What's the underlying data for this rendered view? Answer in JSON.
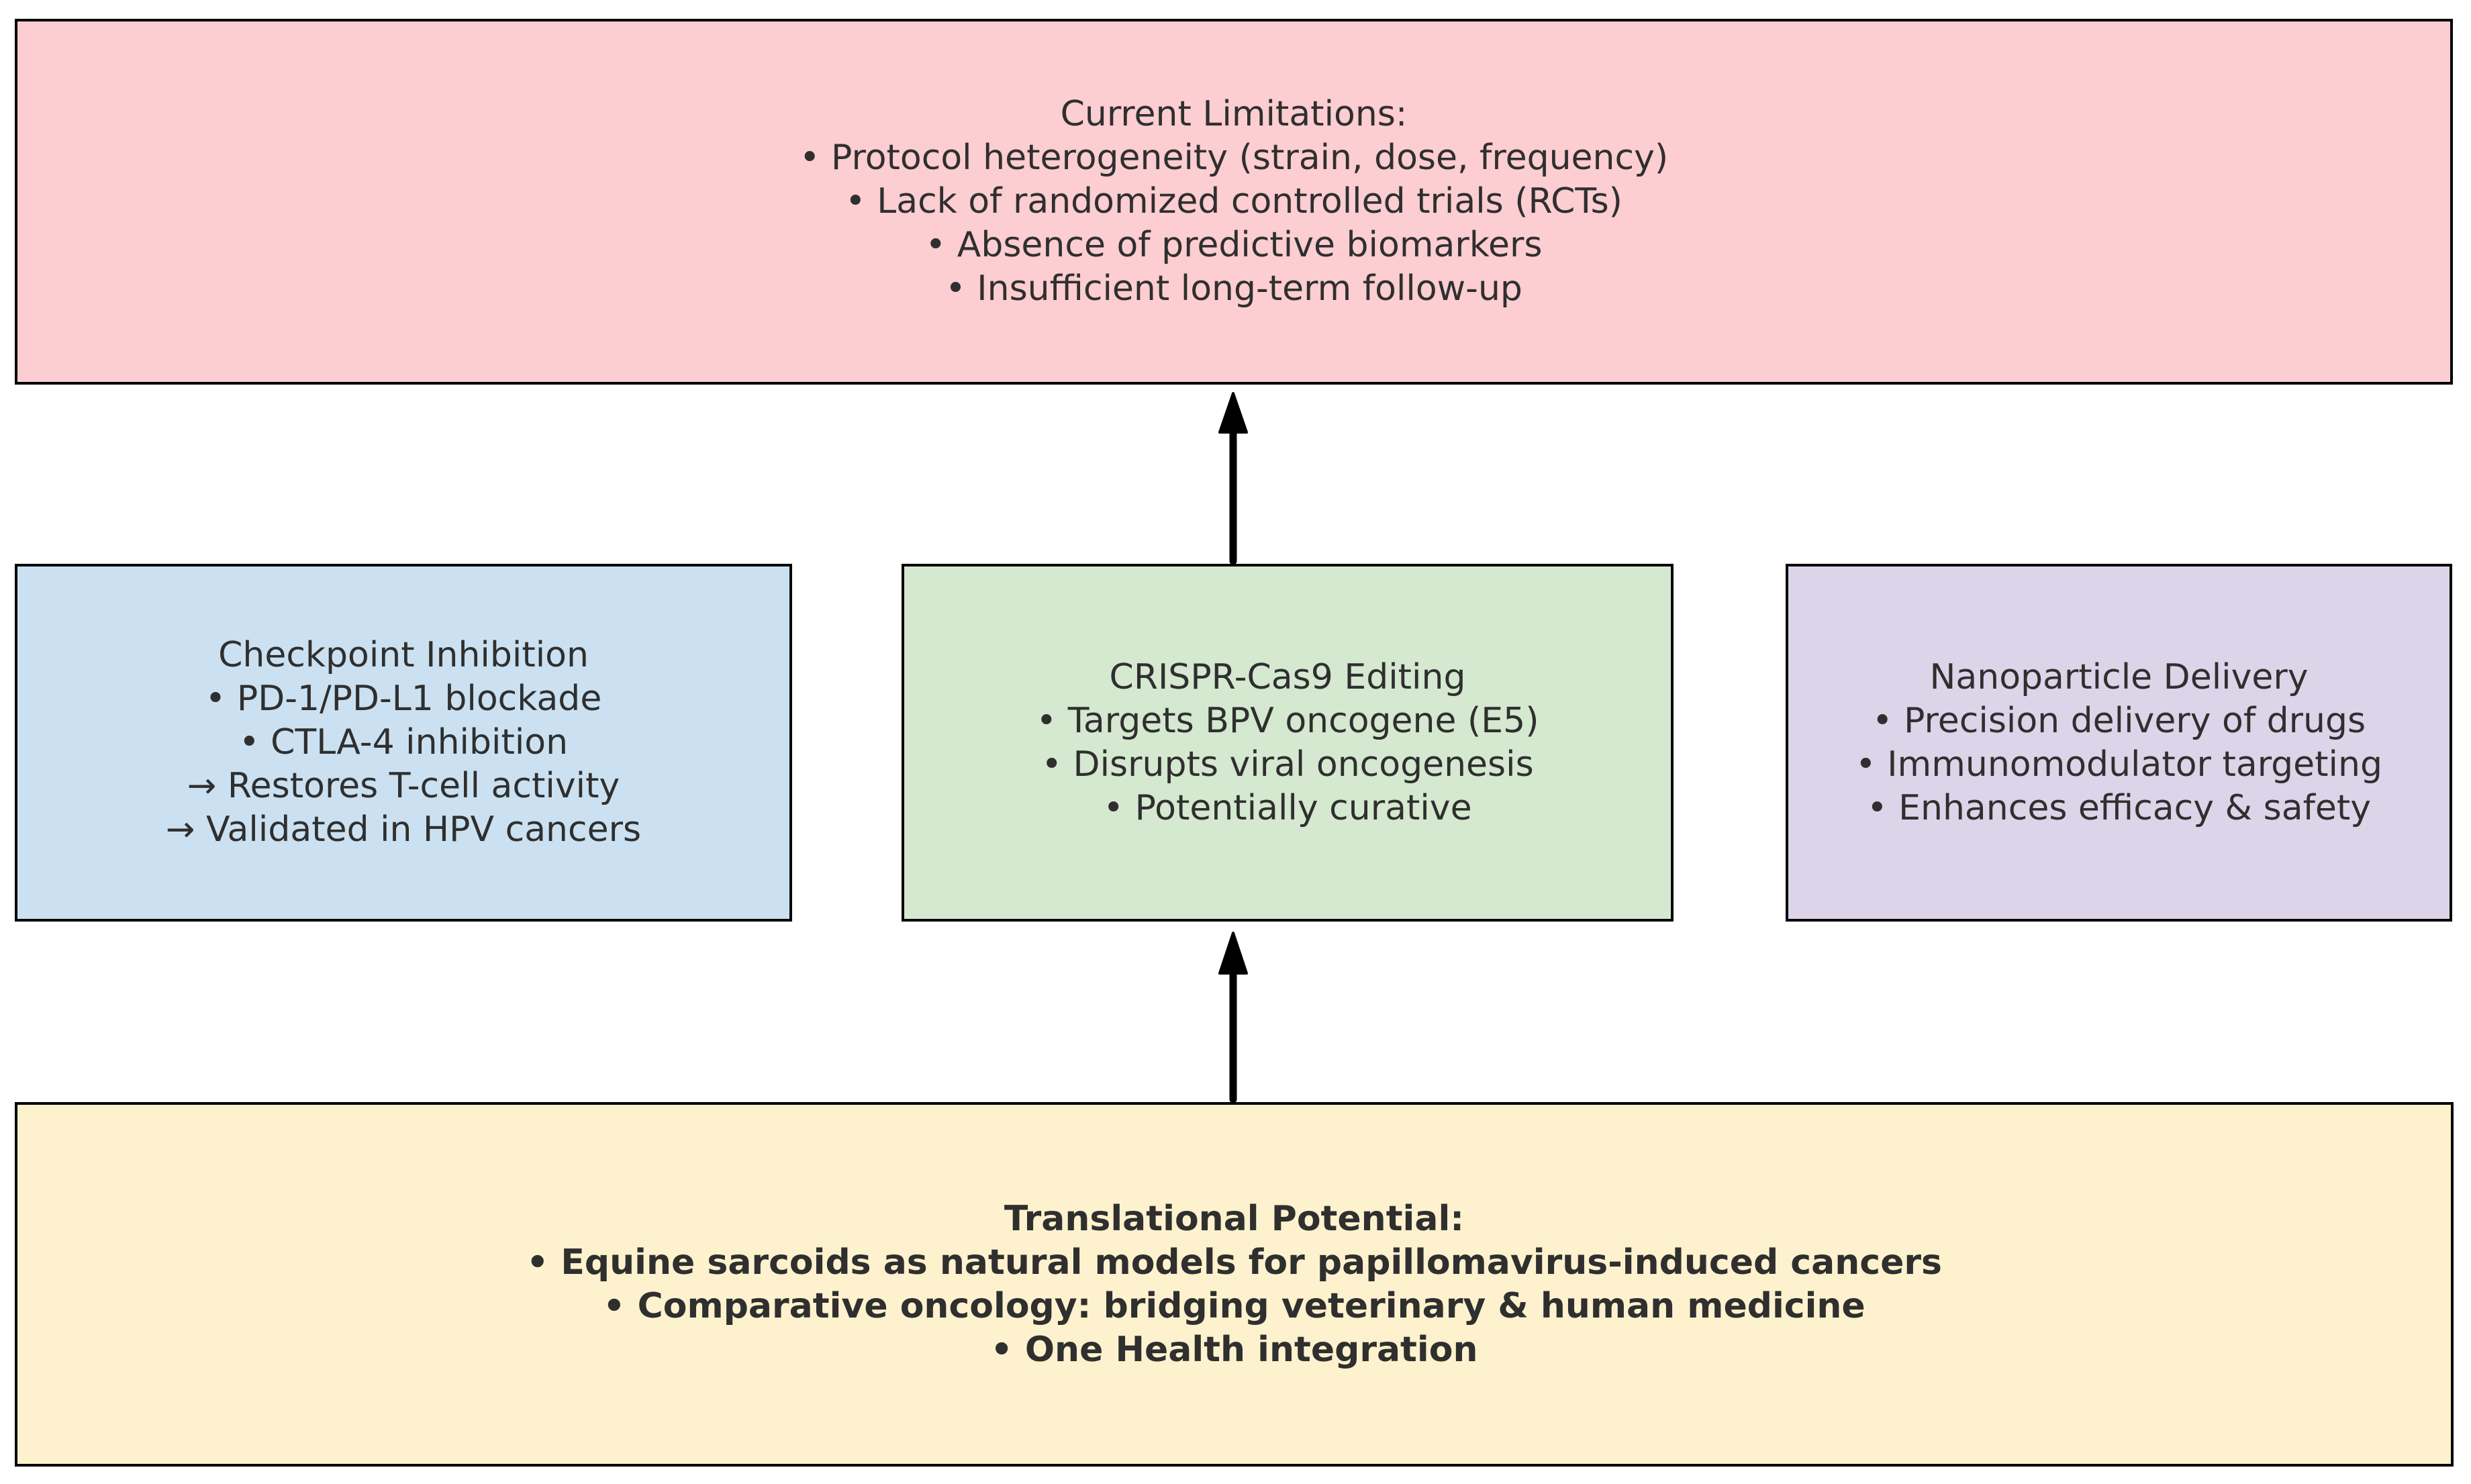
{
  "palette": {
    "limitations_bg": "#fccdd1",
    "checkpoint_bg": "#cbe1f1",
    "crispr_bg": "#d5e8d0",
    "nanoparticle_bg": "#dcd4e8",
    "translational_bg": "#fdf2cd",
    "border": "#000000",
    "arrow": "#000000",
    "text": "#2f2f2f"
  },
  "boxes": {
    "limitations": {
      "title": "Current Limitations:",
      "bullets": [
        "• Protocol heterogeneity (strain, dose, frequency)",
        "• Lack of randomized controlled trials (RCTs)",
        "• Absence of predictive biomarkers",
        "• Insufficient long-term follow-up"
      ]
    },
    "checkpoint": {
      "title": "Checkpoint Inhibition",
      "bullets": [
        "• PD-1/PD-L1 blockade",
        "• CTLA-4 inhibition",
        "→ Restores T-cell activity",
        "→ Validated in HPV cancers"
      ]
    },
    "crispr": {
      "title": "CRISPR-Cas9 Editing",
      "bullets": [
        "• Targets BPV oncogene (E5)",
        "• Disrupts viral oncogenesis",
        "• Potentially curative"
      ]
    },
    "nanoparticle": {
      "title": "Nanoparticle Delivery",
      "bullets": [
        "• Precision delivery of drugs",
        "• Immunomodulator targeting",
        "• Enhances efficacy & safety"
      ]
    },
    "translational": {
      "title": "Translational Potential:",
      "bullets": [
        "• Equine sarcoids as natural models for papillomavirus-induced cancers",
        "• Comparative oncology: bridging veterinary & human medicine",
        "• One Health integration"
      ]
    }
  }
}
